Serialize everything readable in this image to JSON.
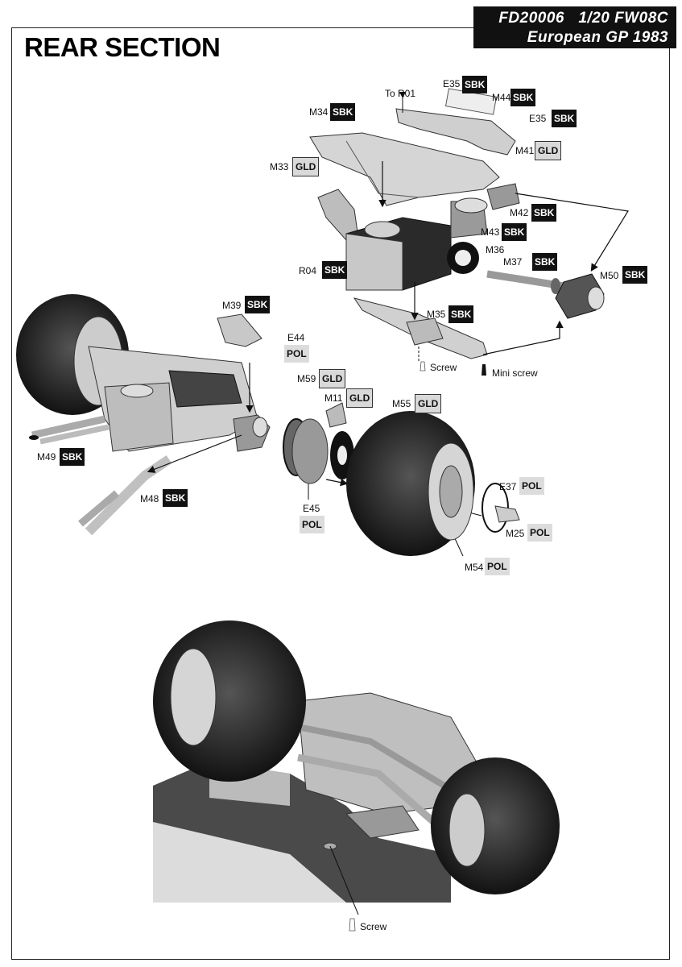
{
  "header": {
    "code": "FD20006",
    "model": "1/20 FW08C",
    "event": "European GP 1983"
  },
  "title": "REAR SECTION",
  "labels": {
    "to_r01": "To R01",
    "e35a": "E35",
    "m44": "M44",
    "e35b": "E35",
    "m34": "M34",
    "m41": "M41",
    "m33": "M33",
    "m42": "M42",
    "m43": "M43",
    "m36": "M36",
    "m37": "M37",
    "r04": "R04",
    "m50": "M50",
    "m35": "M35",
    "screw1": "Screw",
    "mini_screw": "Mini screw",
    "m39": "M39",
    "e44": "E44",
    "m59": "M59",
    "m11": "M11",
    "m55": "M55",
    "m49": "M49",
    "m48": "M48",
    "e45": "E45",
    "e37": "E37",
    "m25": "M25",
    "m54": "M54",
    "screw2": "Screw"
  },
  "finishes": {
    "sbk": "SBK",
    "gld": "GLD",
    "pol": "POL"
  }
}
